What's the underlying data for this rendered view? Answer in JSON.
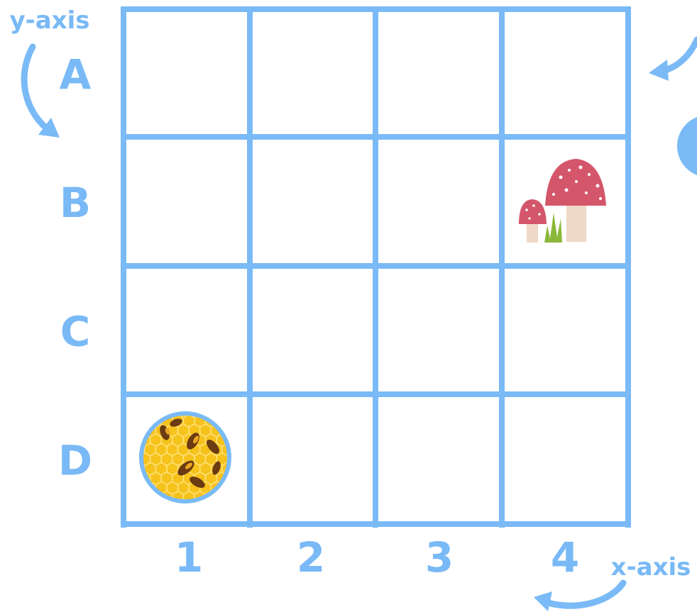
{
  "axes": {
    "y_axis_label": "y-axis",
    "x_axis_label": "x-axis"
  },
  "grid": {
    "rows": [
      "A",
      "B",
      "C",
      "D"
    ],
    "columns": [
      "1",
      "2",
      "3",
      "4"
    ]
  },
  "items": {
    "mushrooms": {
      "row": "B",
      "column": "4",
      "icon": "mushroom-icon"
    },
    "bees": {
      "row": "D",
      "column": "1",
      "icon": "bee-hive-icon"
    }
  },
  "colors": {
    "grid": "#7abaf6",
    "label": "#79b9f6",
    "mushroom_cap": "#d4566b",
    "mushroom_stem": "#f0d8c6",
    "grass": "#8bb83a",
    "honey": "#f6c21c"
  }
}
